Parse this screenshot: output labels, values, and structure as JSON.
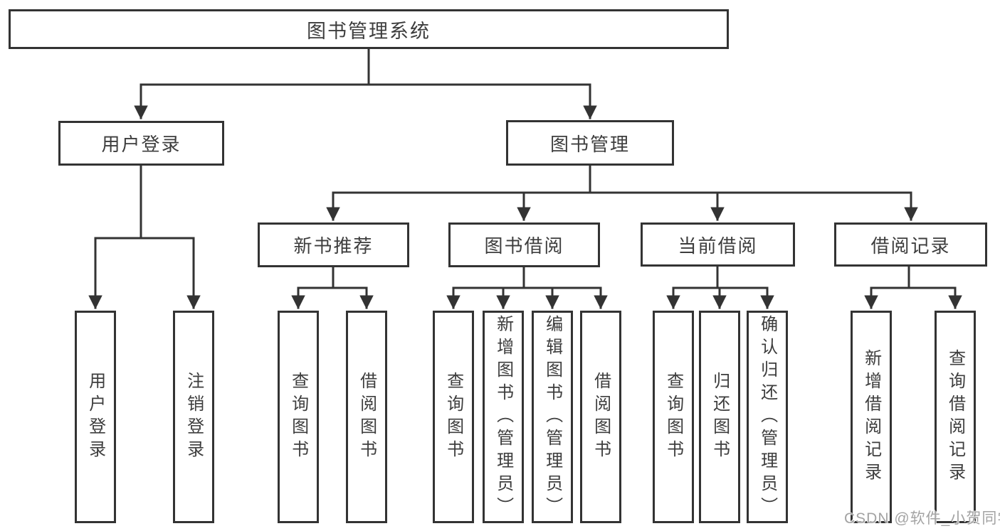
{
  "title": {
    "label": "图书管理系统"
  },
  "branches": {
    "login": {
      "label": "用户登录",
      "children": [
        {
          "label": "用户登录"
        },
        {
          "label": "注销登录"
        }
      ]
    },
    "mgmt": {
      "label": "图书管理",
      "groups": [
        {
          "label": "新书推荐",
          "children": [
            {
              "label": "查询图书"
            },
            {
              "label": "借阅图书"
            }
          ]
        },
        {
          "label": "图书借阅",
          "children": [
            {
              "label": "查询图书"
            },
            {
              "label": "新增图书（管理员）"
            },
            {
              "label": "编辑图书（管理员）"
            },
            {
              "label": "借阅图书"
            }
          ]
        },
        {
          "label": "当前借阅",
          "children": [
            {
              "label": "查询图书"
            },
            {
              "label": "归还图书"
            },
            {
              "label": "确认归还（管理员）"
            }
          ]
        },
        {
          "label": "借阅记录",
          "children": [
            {
              "label": "新增借阅记录"
            },
            {
              "label": "查询借阅记录"
            }
          ]
        }
      ]
    }
  },
  "watermark": {
    "text": "CSDN @软件_小贺同学"
  },
  "colors": {
    "line": "#333333",
    "box_border": "#333333",
    "text": "#3d3d3d",
    "watermark": "#a3a3a3",
    "background": "#ffffff"
  }
}
